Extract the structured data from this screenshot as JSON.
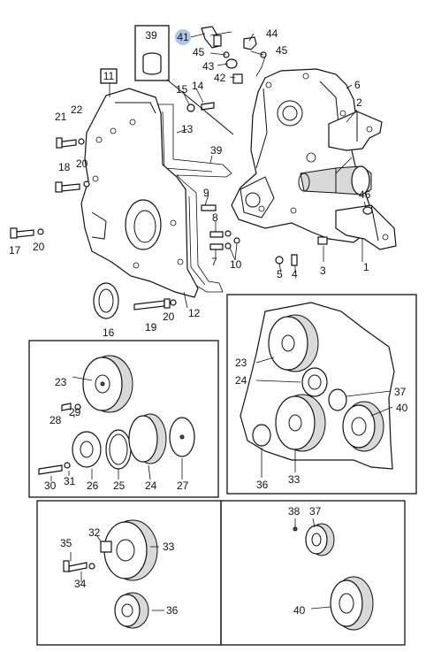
{
  "callouts": {
    "c1": "1",
    "c2": "2",
    "c3": "3",
    "c4": "4",
    "c5": "5",
    "c6": "6",
    "c7": "7",
    "c8": "8",
    "c9": "9",
    "c10": "10",
    "c11": "11",
    "c12": "12",
    "c13": "13",
    "c14": "14",
    "c15": "15",
    "c16": "16",
    "c17": "17",
    "c18": "18",
    "c19": "19",
    "c20a": "20",
    "c20b": "20",
    "c20c": "20",
    "c21": "21",
    "c22": "22",
    "c23a": "23",
    "c23b": "23",
    "c24a": "24",
    "c24b": "24",
    "c25": "25",
    "c26": "26",
    "c27": "27",
    "c28": "28",
    "c29": "29",
    "c30": "30",
    "c31": "31",
    "c32": "32",
    "c33a": "33",
    "c33b": "33",
    "c34": "34",
    "c35": "35",
    "c36a": "36",
    "c36b": "36",
    "c37a": "37",
    "c37b": "37",
    "c38": "38",
    "c39a": "39",
    "c39b": "39",
    "c40a": "40",
    "c40b": "40",
    "c41": "41",
    "c42": "42",
    "c43": "43",
    "c44": "44",
    "c45a": "45",
    "c45b": "45",
    "c46": "46"
  },
  "highlight_color": "#aec6ee"
}
